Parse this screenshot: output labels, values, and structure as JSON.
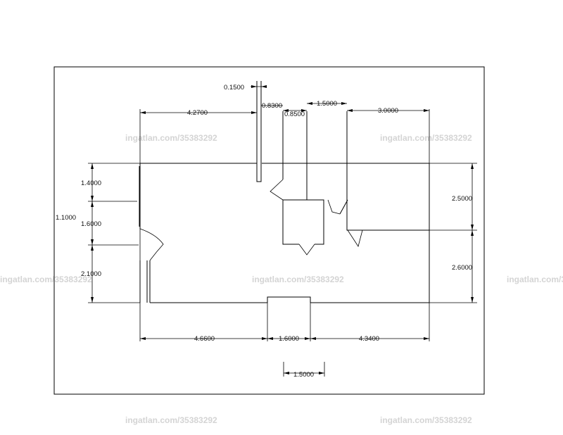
{
  "watermark": "ingatlan.com/35383292",
  "dimensions": {
    "top_gap": "0.1500",
    "top_left_run": "4.2700",
    "top_door_a": "0.8300",
    "top_door_b": "0.8500",
    "top_mid": "1.5000",
    "top_right_run": "3.0000",
    "left_upper": "1.4000",
    "left_door_outer": "1.1000",
    "left_door_inner": "1.6000",
    "left_lower": "2.1000",
    "right_upper": "2.5000",
    "right_lower": "2.6000",
    "bottom_left": "4.6600",
    "bottom_mid": "1.6000",
    "bottom_right": "4.3400",
    "bottom_extra": "1.5000"
  }
}
